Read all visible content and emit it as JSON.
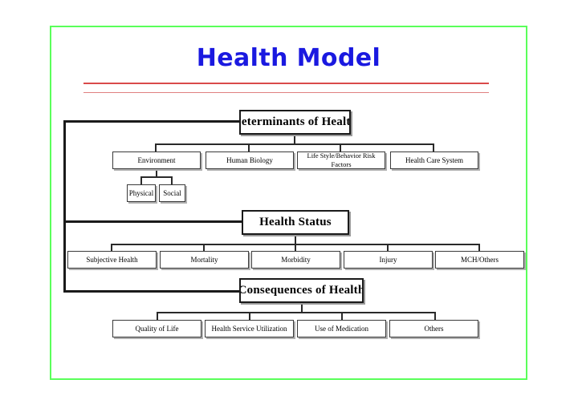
{
  "slide": {
    "title": "Health Model",
    "frame_color": "#5aff5a",
    "title_color": "#1a19e0",
    "rule_color": "#d94a4a"
  },
  "diagram": {
    "sections": [
      {
        "id": "determinants",
        "header": "Determinants of Health",
        "children": [
          {
            "label": "Environment",
            "sub": [
              {
                "label": "Physical"
              },
              {
                "label": "Social"
              }
            ]
          },
          {
            "label": "Human Biology"
          },
          {
            "label": "Life Style/Behavior Risk Factors"
          },
          {
            "label": "Health Care System"
          }
        ]
      },
      {
        "id": "status",
        "header": "Health Status",
        "children": [
          {
            "label": "Subjective Health"
          },
          {
            "label": "Mortality"
          },
          {
            "label": "Morbidity"
          },
          {
            "label": "Injury"
          },
          {
            "label": "MCH/Others"
          }
        ]
      },
      {
        "id": "consequences",
        "header": "Consequences of Health",
        "children": [
          {
            "label": "Quality of Life"
          },
          {
            "label": "Health Service Utilization"
          },
          {
            "label": "Use of Medication"
          },
          {
            "label": "Others"
          }
        ]
      }
    ]
  }
}
